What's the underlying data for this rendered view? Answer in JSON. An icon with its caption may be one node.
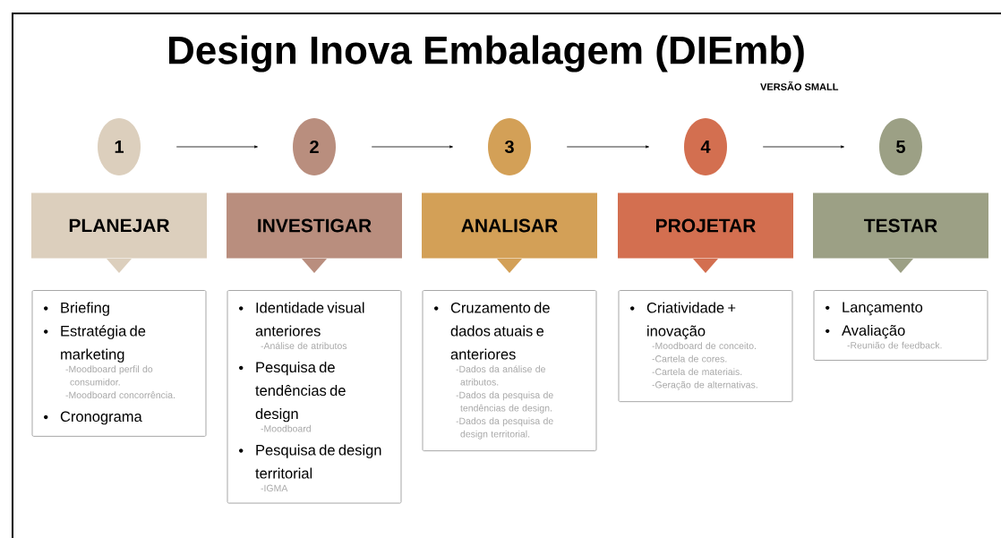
{
  "diagram": {
    "title": "Design Inova Embalagem (DIEmb)",
    "nodes": [
      {
        "text": [
          "1"
        ]
      },
      {
        "text": [
          "2"
        ]
      },
      {
        "text": [
          "3"
        ]
      },
      {
        "text": [
          "4"
        ]
      },
      {
        "text": [
          "5"
        ]
      },
      {
        "text": [
          "PLANEJAR"
        ]
      },
      {
        "text": [
          "INVESTIGAR"
        ]
      },
      {
        "text": [
          "ANALISAR"
        ]
      },
      {
        "text": [
          "PROJETAR"
        ]
      },
      {
        "text": [
          "TESTAR"
        ]
      },
      {
        "text": [
          "Briefing",
          "Estratégia de marketing",
          "-Moodboard perfil do consumidor.",
          "-Moodboard concorrência.",
          "Cronograma"
        ]
      },
      {
        "text": [
          "Identidade visual anteriores",
          "-Análise de atributos",
          "Pesquisa de tendências de design",
          "-Moodboard",
          "Pesquisa de design territorial",
          "-IGMA"
        ]
      },
      {
        "text": [
          "Cruzamento de dados atuais e anteriores",
          "-Dados da análise de atributos.",
          "-Dados da pesquisa de tendências de design.",
          "-Dados da pesquisa de design territorial."
        ]
      },
      {
        "text": [
          "Criatividade + inovação",
          "-Moodboard de conceito.",
          "-Cartela de cores.",
          "-Cartela de materiais.",
          "-Geração de alternativas."
        ]
      },
      {
        "text": [
          "Lançamento",
          "Avaliação",
          "-Reunião de feedback."
        ]
      }
    ],
    "edges": [
      {
        "from": 0,
        "to": 1,
        "arrow": "to"
      },
      {
        "from": 1,
        "to": 2,
        "arrow": "to"
      },
      {
        "from": 2,
        "to": 3,
        "arrow": "to"
      },
      {
        "from": 3,
        "to": 4,
        "arrow": "to"
      }
    ],
    "labels": [
      "VERSÃO SMALL"
    ]
  }
}
